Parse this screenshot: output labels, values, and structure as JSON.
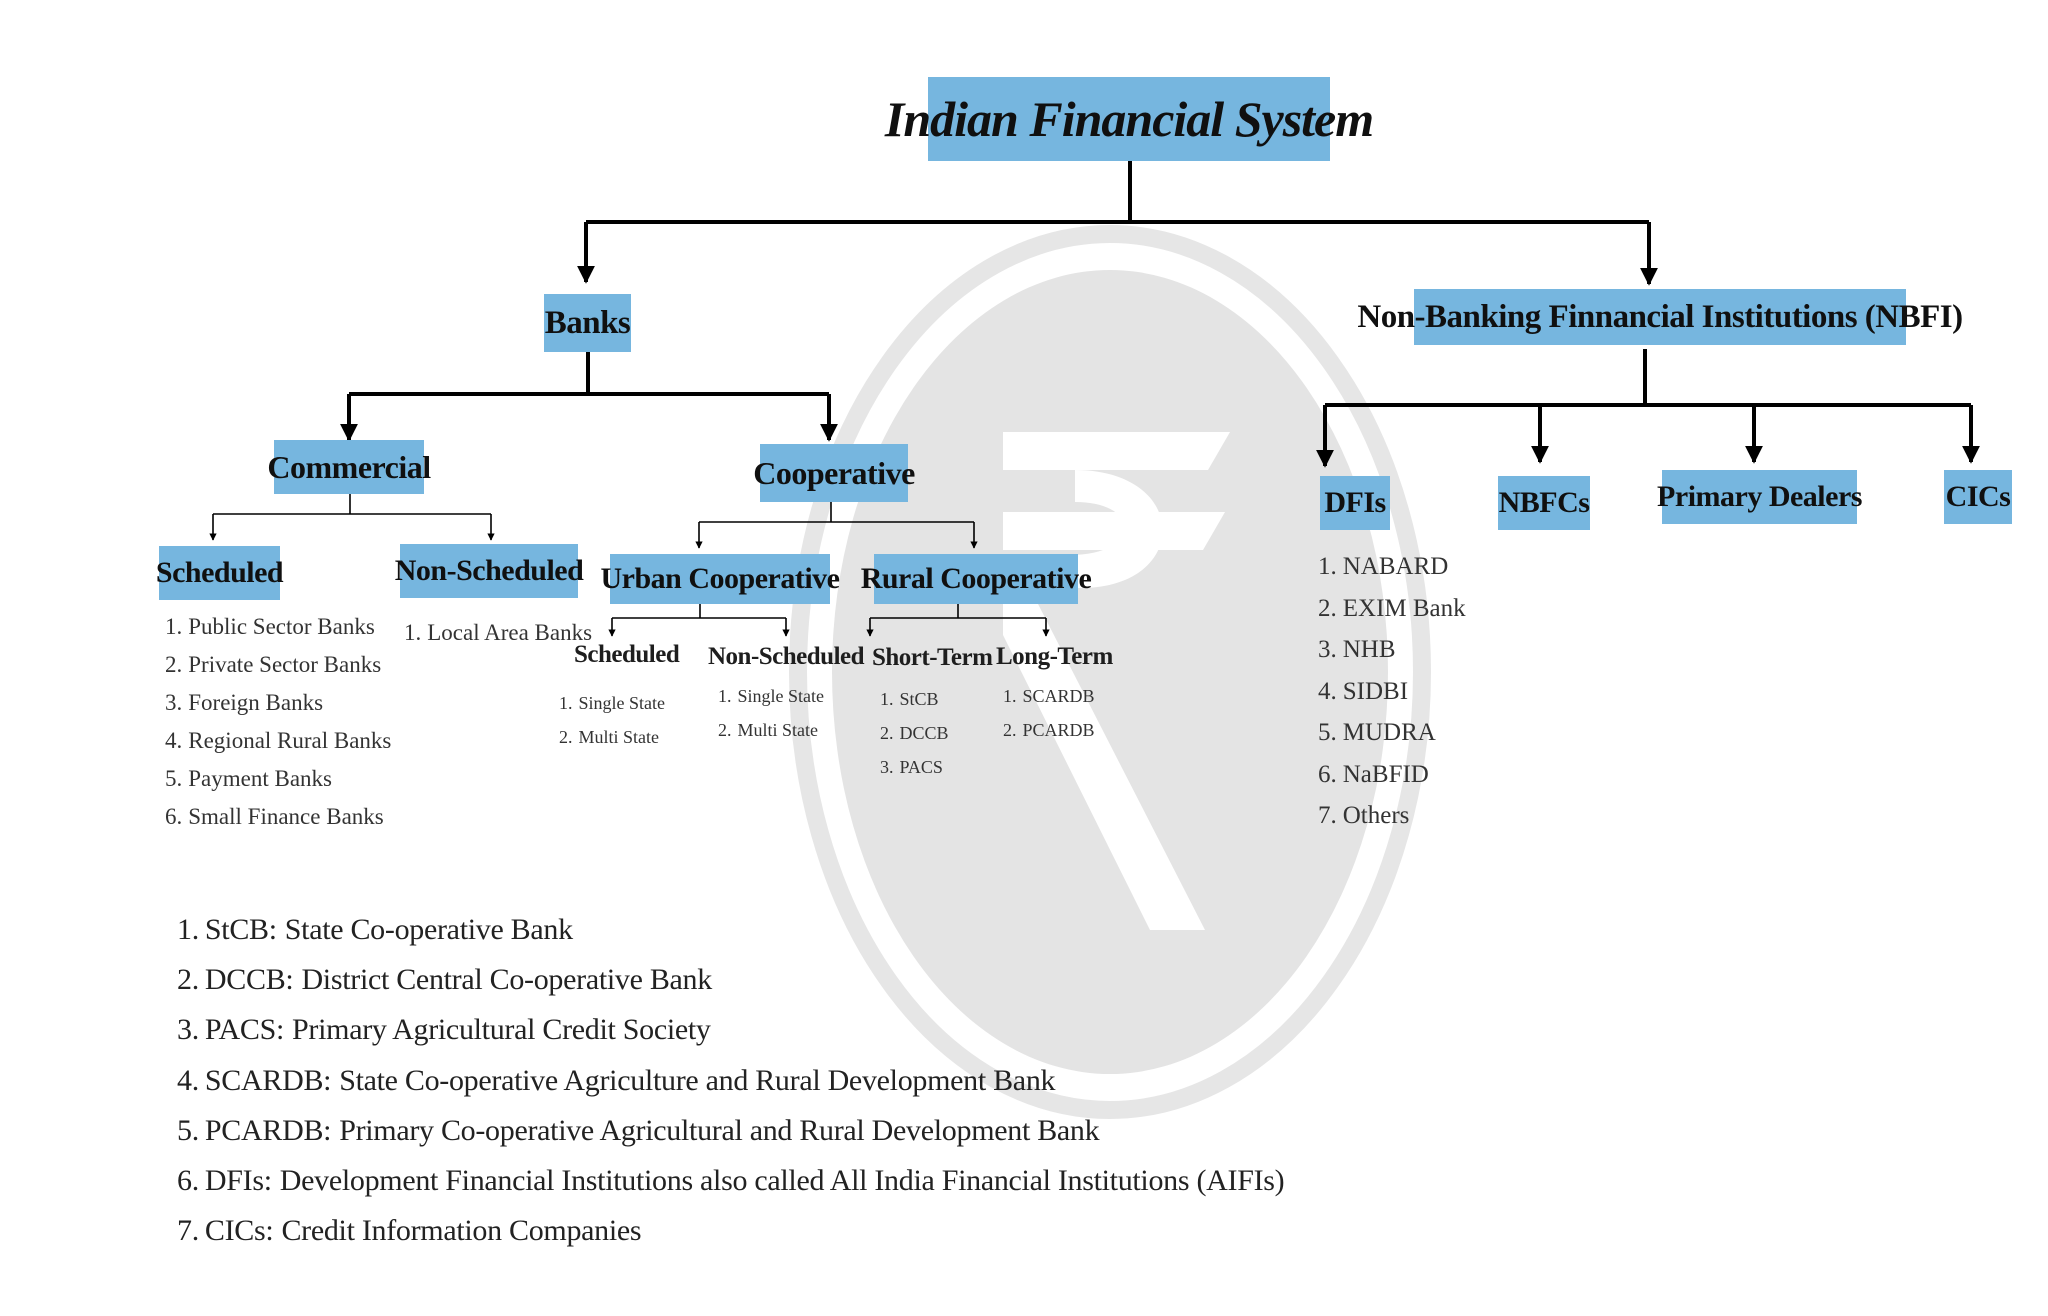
{
  "title": "Indian Financial System",
  "banks": {
    "label": "Banks",
    "commercial": {
      "label": "Commercial",
      "scheduled": {
        "label": "Scheduled",
        "items": [
          "Public Sector Banks",
          "Private Sector Banks",
          "Foreign Banks",
          "Regional Rural Banks",
          "Payment Banks",
          "Small Finance Banks"
        ]
      },
      "non_scheduled": {
        "label": "Non-Scheduled",
        "items": [
          "Local Area Banks"
        ]
      }
    },
    "cooperative": {
      "label": "Cooperative",
      "urban": {
        "label": "Urban Cooperative",
        "scheduled": {
          "label": "Scheduled",
          "items": [
            "Single State",
            "Multi State"
          ]
        },
        "non_scheduled": {
          "label": "Non-Scheduled",
          "items": [
            "Single State",
            "Multi State"
          ]
        }
      },
      "rural": {
        "label": "Rural Cooperative",
        "short_term": {
          "label": "Short-Term",
          "items": [
            "StCB",
            "DCCB",
            "PACS"
          ]
        },
        "long_term": {
          "label": "Long-Term",
          "items": [
            "SCARDB",
            "PCARDB"
          ]
        }
      }
    }
  },
  "nbfi": {
    "label": "Non-Banking Finnancial Institutions (NBFI)",
    "dfis": {
      "label": "DFIs",
      "items": [
        "NABARD",
        "EXIM Bank",
        "NHB",
        "SIDBI",
        "MUDRA",
        "NaBFID",
        "Others"
      ]
    },
    "nbfcs": {
      "label": "NBFCs"
    },
    "primary_dealers": {
      "label": "Primary Dealers"
    },
    "cics": {
      "label": "CICs"
    }
  },
  "legend": [
    {
      "key": "StCB:",
      "text": "State Co-operative Bank"
    },
    {
      "key": "DCCB:",
      "text": "District Central Co-operative Bank"
    },
    {
      "key": "PACS:",
      "text": "Primary Agricultural Credit Society"
    },
    {
      "key": "SCARDB:",
      "text": "State Co-operative Agriculture and Rural Development Bank"
    },
    {
      "key": "PCARDB:",
      "text": "Primary Co-operative Agricultural and Rural Development Bank"
    },
    {
      "key": "DFIs:",
      "text": "Development Financial Institutions also called All India Financial Institutions (AIFIs)"
    },
    {
      "key": "CICs:",
      "text": "Credit Information Companies"
    }
  ],
  "colors": {
    "box_fill": "#76b6df",
    "watermark": "#e4e4e4",
    "line": "#000000"
  },
  "watermark_icon": "rupee-symbol-icon"
}
